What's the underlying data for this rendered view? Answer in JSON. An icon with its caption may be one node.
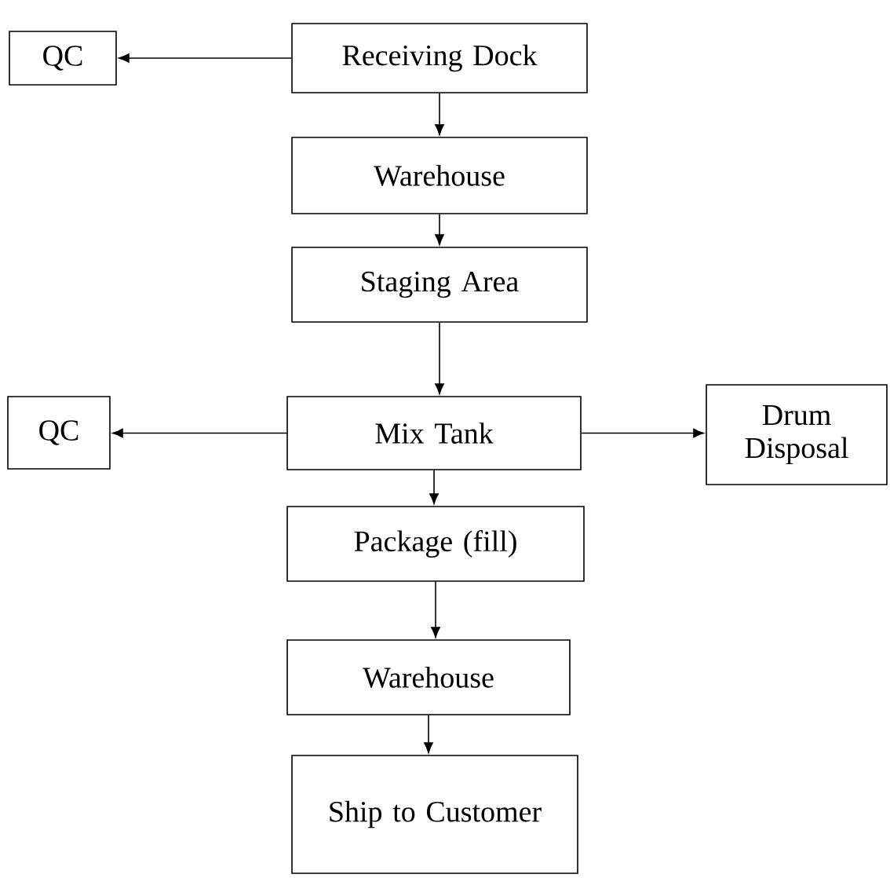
{
  "diagram": {
    "nodes": [
      {
        "text": [
          "QC"
        ]
      },
      {
        "text": [
          "Receiving Dock"
        ]
      },
      {
        "text": [
          "Warehouse"
        ]
      },
      {
        "text": [
          "Staging Area"
        ]
      },
      {
        "text": [
          "QC"
        ]
      },
      {
        "text": [
          "Mix Tank"
        ]
      },
      {
        "text": [
          "Drum Disposal"
        ]
      },
      {
        "text": [
          "Package (fill)"
        ]
      },
      {
        "text": [
          "Warehouse"
        ]
      },
      {
        "text": [
          "Ship to Customer"
        ]
      }
    ],
    "edges": [
      {
        "from": 1,
        "to": 0,
        "arrow": "to"
      },
      {
        "from": 1,
        "to": 2,
        "arrow": "to"
      },
      {
        "from": 2,
        "to": 3,
        "arrow": "to"
      },
      {
        "from": 3,
        "to": 5,
        "arrow": "to"
      },
      {
        "from": 5,
        "to": 4,
        "arrow": "to"
      },
      {
        "from": 5,
        "to": 6,
        "arrow": "to"
      },
      {
        "from": 5,
        "to": 7,
        "arrow": "to"
      },
      {
        "from": 7,
        "to": 8,
        "arrow": "to"
      },
      {
        "from": 8,
        "to": 9,
        "arrow": "to"
      }
    ]
  }
}
